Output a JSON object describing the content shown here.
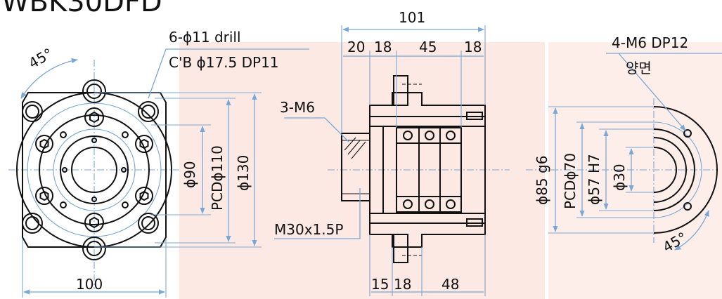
{
  "model": "WBK30DFD",
  "colors": {
    "line": "#111111",
    "dimension": "#7aa7d6",
    "watermark": "#fde9e3"
  },
  "front_view": {
    "hole_note_line1": "6-ϕ11 drill",
    "hole_note_line2": "C'B ϕ17.5 DP11",
    "angle": "45°",
    "dia_inner": "ϕ90",
    "pcd": "PCDϕ110",
    "dia_outer": "ϕ130",
    "width": "100"
  },
  "side_view": {
    "overall_length": "101",
    "seg_20": "20",
    "seg_18a": "18",
    "seg_45": "45",
    "seg_18b": "18",
    "tap_note": "3-M6",
    "thread_note": "M30x1.5P",
    "seg_15": "15",
    "seg_18c": "18",
    "seg_48": "48"
  },
  "rear_view": {
    "tap_note": "4-M6 DP12",
    "tap_note_sub": "양면",
    "dia_fit": "ϕ85 g6",
    "pcd": "PCDϕ70",
    "dia_bore": "ϕ57 H7",
    "dia_shaft": "ϕ30",
    "angle": "45°"
  }
}
